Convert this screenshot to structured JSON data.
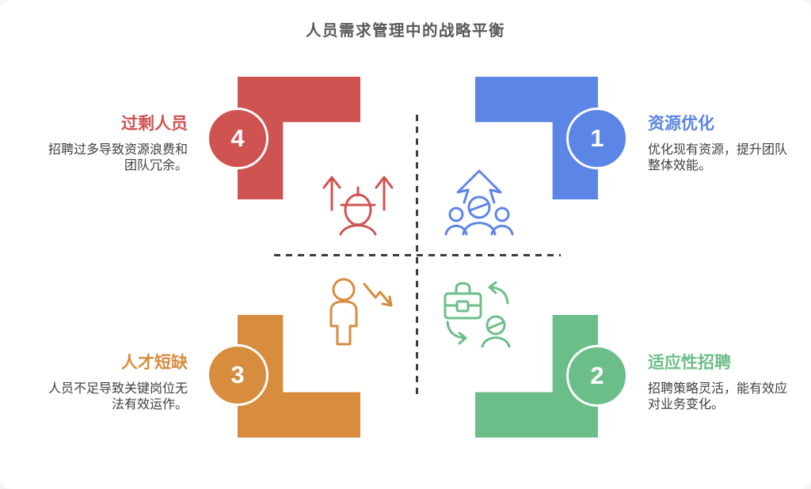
{
  "page_title": "人员需求管理中的战略平衡",
  "colors": {
    "title": "#58595b",
    "text": "#404040",
    "dash": "#3d3d3d"
  },
  "quadrants": [
    {
      "id": "resource-optimization",
      "position": "top-right",
      "number": "1",
      "title": "资源优化",
      "description": "优化现有资源，提升团队整体效能。",
      "color": "#5C86E5",
      "icon": "team-growth-arrow-icon"
    },
    {
      "id": "adaptive-recruitment",
      "position": "bottom-right",
      "number": "2",
      "title": "适应性招聘",
      "description": "招聘策略灵活，能有效应对业务变化。",
      "color": "#6CBE88",
      "icon": "briefcase-person-exchange-icon"
    },
    {
      "id": "talent-shortage",
      "position": "bottom-left",
      "number": "3",
      "title": "人才短缺",
      "description": "人员不足导致关键岗位无法有效运作。",
      "color": "#D78C3E",
      "icon": "person-decline-arrow-icon"
    },
    {
      "id": "overstaffing",
      "position": "top-left",
      "number": "4",
      "title": "过剩人员",
      "description": "招聘过多导致资源浪费和团队冗余。",
      "color": "#CF5351",
      "icon": "person-up-arrows-icon"
    }
  ]
}
